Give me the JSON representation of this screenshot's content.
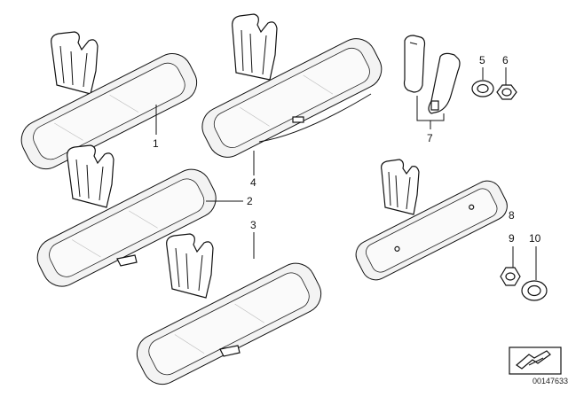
{
  "diagram": {
    "callouts": [
      {
        "id": "1",
        "label": "1"
      },
      {
        "id": "2",
        "label": "2"
      },
      {
        "id": "3",
        "label": "3"
      },
      {
        "id": "4",
        "label": "4"
      },
      {
        "id": "5",
        "label": "5"
      },
      {
        "id": "6",
        "label": "6"
      },
      {
        "id": "7",
        "label": "7"
      },
      {
        "id": "8",
        "label": "8"
      },
      {
        "id": "9",
        "label": "9"
      },
      {
        "id": "10",
        "label": "10"
      }
    ],
    "document_number": "00147633"
  }
}
